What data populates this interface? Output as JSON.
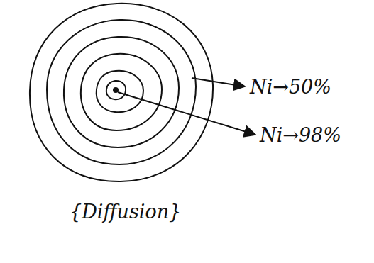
{
  "diagram": {
    "caption": "{Diffusion}",
    "labels": [
      "Ni→50%",
      "Ni→98%"
    ]
  }
}
